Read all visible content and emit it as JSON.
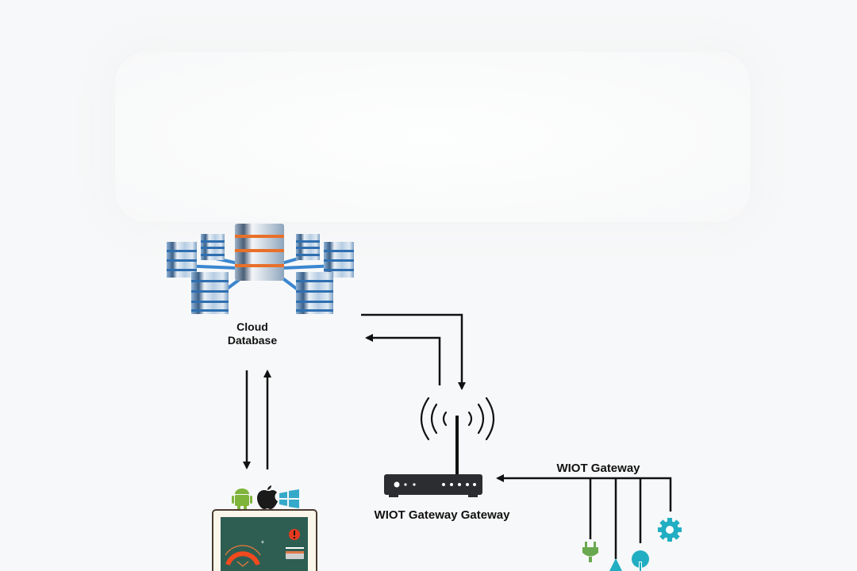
{
  "diagram": {
    "title": "",
    "nodes": {
      "cloud_database": {
        "label_line1": "Cloud",
        "label_line2": "Database",
        "icon": "database-cluster-icon"
      },
      "gateway": {
        "label": "WIOT Gateway Gateway",
        "icon": "wifi-router-icon"
      },
      "sensor_bus": {
        "label": "WIOT Gateway",
        "devices": [
          {
            "icon": "power-plug-icon",
            "color": "#6aa84f"
          },
          {
            "icon": "triangle-sensor-icon",
            "color": "#22aec2"
          },
          {
            "icon": "probe-sensor-icon",
            "color": "#22aec2"
          },
          {
            "icon": "gear-icon",
            "color": "#22aec2"
          }
        ]
      },
      "client_app": {
        "platforms": [
          "android-icon",
          "apple-icon",
          "windows-icon"
        ],
        "icon": "dashboard-tablet-icon"
      }
    },
    "edges": [
      {
        "from": "cloud_database",
        "to": "client_app",
        "direction": "down"
      },
      {
        "from": "client_app",
        "to": "cloud_database",
        "direction": "up"
      },
      {
        "from": "cloud_database",
        "to": "gateway",
        "direction": "down"
      },
      {
        "from": "gateway",
        "to": "cloud_database",
        "direction": "left"
      },
      {
        "from": "sensor_bus",
        "to": "gateway",
        "direction": "left"
      }
    ],
    "colors": {
      "db_blue": "#2f6fb0",
      "db_orange": "#e8702a",
      "screen_green": "#2e5e52",
      "accent_teal": "#22aec2",
      "accent_green": "#6aa84f",
      "line": "#111111"
    }
  }
}
